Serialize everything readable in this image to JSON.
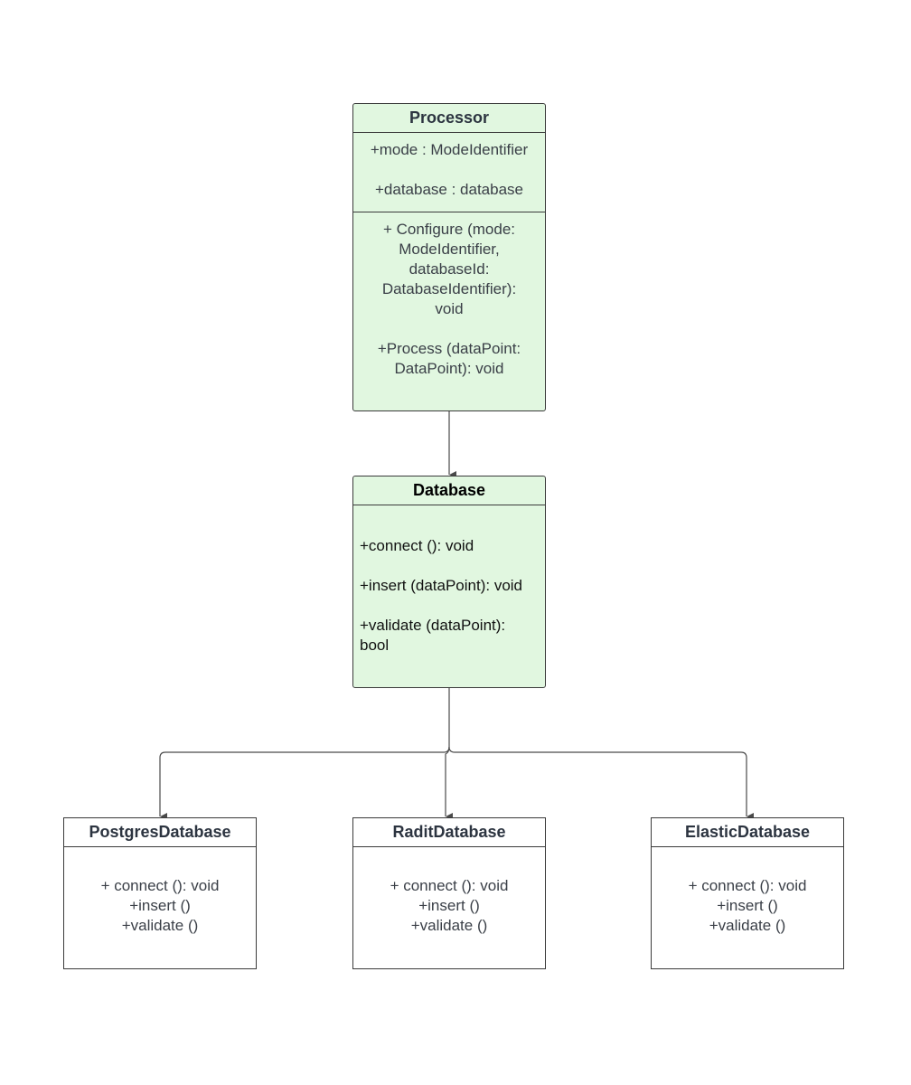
{
  "classes": {
    "processor": {
      "name": "Processor",
      "attributes": [
        "+mode : ModeIdentifier",
        "+database : database"
      ],
      "operations": [
        [
          "+ Configure (mode:",
          "ModeIdentifier,",
          "databaseId:",
          "DatabaseIdentifier):",
          "void"
        ],
        [
          "+Process (dataPoint:",
          "DataPoint): void"
        ]
      ]
    },
    "database": {
      "name": "Database",
      "operations": [
        [
          "+connect (): void"
        ],
        [
          "+insert (dataPoint): void"
        ],
        [
          "+validate (dataPoint):",
          "bool"
        ]
      ]
    },
    "postgres": {
      "name": "PostgresDatabase",
      "operations": [
        "+ connect (): void",
        "+insert ()",
        "+validate ()"
      ]
    },
    "radit": {
      "name": "RaditDatabase",
      "operations": [
        "+ connect (): void",
        "+insert ()",
        "+validate ()"
      ]
    },
    "elastic": {
      "name": "ElasticDatabase",
      "operations": [
        "+ connect (): void",
        "+insert ()",
        "+validate ()"
      ]
    }
  },
  "colors": {
    "class_fill": "#e1f7e0",
    "border": "#3a3a3a",
    "connector": "#4a4a4a"
  }
}
